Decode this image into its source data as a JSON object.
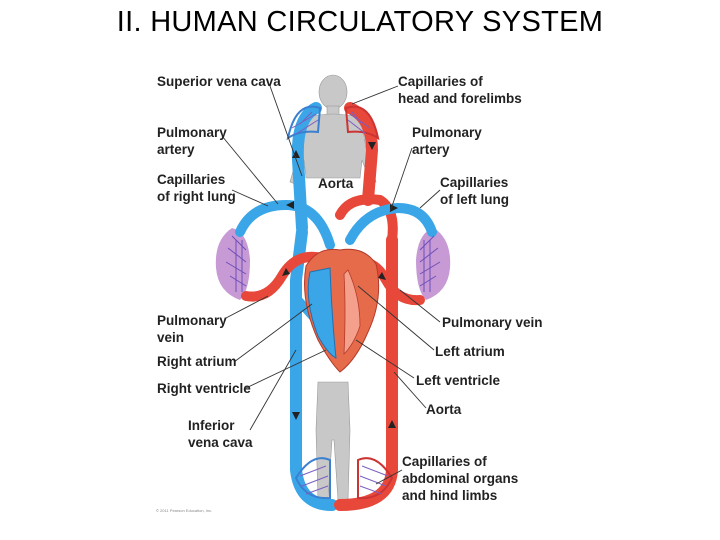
{
  "title": "II.  HUMAN CIRCULATORY SYSTEM",
  "labels": {
    "superior_vena_cava": "Superior vena cava",
    "capillaries_head_1": "Capillaries of",
    "capillaries_head_2": "head and forelimbs",
    "pulmonary_artery_left_1": "Pulmonary",
    "pulmonary_artery_left_2": "artery",
    "pulmonary_artery_right_1": "Pulmonary",
    "pulmonary_artery_right_2": "artery",
    "aorta_top": "Aorta",
    "cap_right_lung_1": "Capillaries",
    "cap_right_lung_2": "of right lung",
    "cap_left_lung_1": "Capillaries",
    "cap_left_lung_2": "of left lung",
    "pulmonary_vein_left_1": "Pulmonary",
    "pulmonary_vein_left_2": "vein",
    "pulmonary_vein_right": "Pulmonary vein",
    "left_atrium": "Left atrium",
    "right_atrium": "Right atrium",
    "left_ventricle": "Left ventricle",
    "right_ventricle": "Right ventricle",
    "aorta_bottom": "Aorta",
    "inferior_vena_cava_1": "Inferior",
    "inferior_vena_cava_2": "vena cava",
    "cap_abdominal_1": "Capillaries of",
    "cap_abdominal_2": "abdominal organs",
    "cap_abdominal_3": "and hind limbs",
    "copyright": "© 2011 Pearson Education, Inc."
  },
  "colors": {
    "vein": "#3aa6e8",
    "artery": "#e8483a",
    "lung": "#c79ad6",
    "body": "#c8c8c8"
  }
}
